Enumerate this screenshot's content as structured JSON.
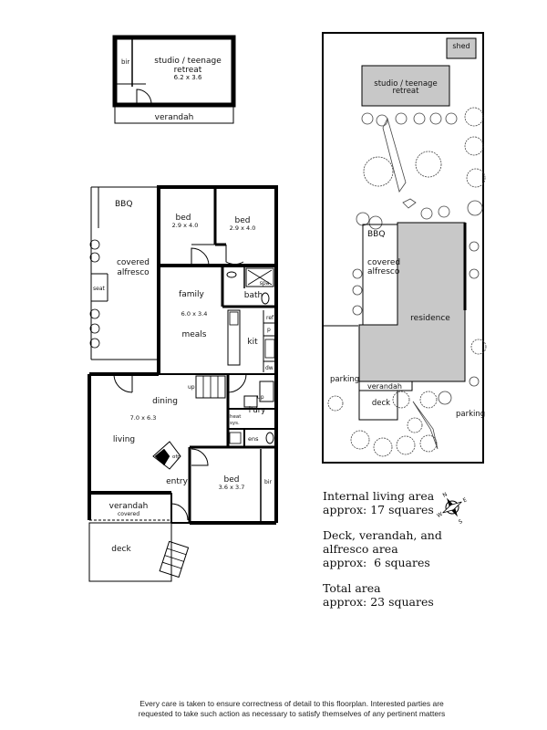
{
  "studio": {
    "title_l1": "studio / teenage",
    "title_l2": "retreat",
    "dims": "6.2 x 3.6",
    "bir": "bir",
    "verandah": "verandah"
  },
  "floorplan": {
    "bbq": "BBQ",
    "covered_l1": "covered",
    "covered_l2": "alfresco",
    "seat": "seat",
    "bed1": "bed",
    "bed1_dims": "2.9 x 4.0",
    "bed2": "bed",
    "bed2_dims": "2.9 x 4.0",
    "family": "family",
    "family_dims": "6.0 x 3.4",
    "meals": "meals",
    "bath": "bath",
    "spa": "spa",
    "kit": "kit",
    "ref": "ref",
    "p": "p",
    "dw": "dw",
    "dining": "dining",
    "up1": "up",
    "up2": "up",
    "laundry": "l'dry",
    "heat_l1": "heat",
    "heat_l2": "sys.",
    "ens": "ens",
    "living_dims": "7.0 x 6.3",
    "living": "living",
    "ofp": "ofp",
    "entry": "entry",
    "bed3": "bed",
    "bed3_dims": "3.6 x 3.7",
    "bir": "bir",
    "verandah": "verandah",
    "verandah_sub": "covered",
    "deck": "deck"
  },
  "siteplan": {
    "shed": "shed",
    "studio_l1": "studio / teenage",
    "studio_l2": "retreat",
    "bbq": "BBQ",
    "covered_l1": "covered",
    "covered_l2": "alfresco",
    "residence": "residence",
    "parking_left": "parking",
    "verandah": "verandah",
    "deck": "deck",
    "parking_right": "parking"
  },
  "compass": {
    "n": "N",
    "s": "S",
    "e": "E",
    "w": "W"
  },
  "areas": {
    "internal_l1": "Internal living area",
    "internal_l2": "approx: 17 squares",
    "deck_l1": "Deck, verandah, and",
    "deck_l2": "alfresco area",
    "deck_l3": "approx:  6 squares",
    "total_l1": "Total area",
    "total_l2": "approx: 23 squares"
  },
  "disclaimer": {
    "line1": "Every care is taken to ensure correctness of detail to this floorplan. Interested parties are",
    "line2": "requested to take such action as necessary to satisfy themselves of any pertinent matters"
  }
}
